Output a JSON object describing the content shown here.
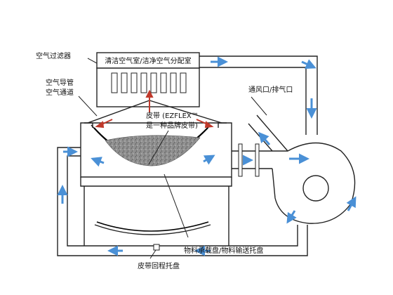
{
  "labels": {
    "air_filter": "空气过滤器",
    "air_duct_1": "空气导管",
    "air_duct_2": "空气通道",
    "clean_air_room": "清洁空气室/洁净空气分配室",
    "vent_exhaust": "通风口/排气口",
    "belt_1": "皮带 (EZFLEX™",
    "belt_2": "是一种品牌皮带)",
    "material_tray": "物料承载盘/物料输送托盘",
    "belt_return_tray": "皮带回程托盘"
  },
  "colors": {
    "airflow_arrow": "#4a90d6",
    "heat_arrow": "#c0392b",
    "material": "#8a8a8a",
    "outline": "#222222"
  }
}
